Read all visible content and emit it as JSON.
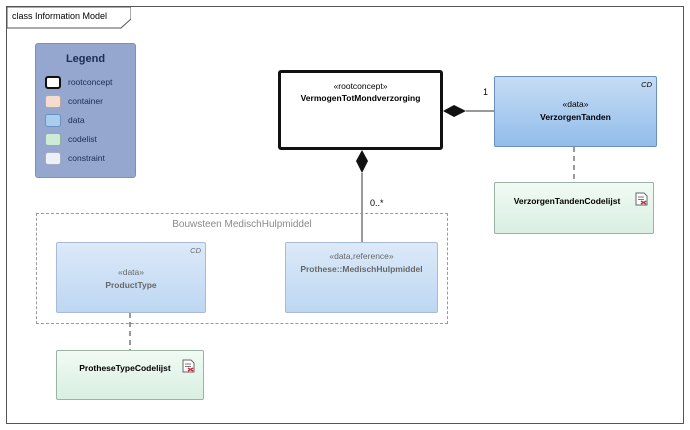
{
  "frame": {
    "title": "class Information Model"
  },
  "legend": {
    "title": "Legend",
    "items": [
      {
        "label": "rootconcept",
        "color": "#ffffff",
        "border": "#111111"
      },
      {
        "label": "container",
        "color": "#f4dcd0",
        "border": "#b9a79f"
      },
      {
        "label": "data",
        "color": "#a9cdf0",
        "border": "#6d8fbf"
      },
      {
        "label": "codelist",
        "color": "#cdebd7",
        "border": "#8eb39a"
      },
      {
        "label": "constraint",
        "color": "#eef0f8",
        "border": "#a7aec8"
      }
    ]
  },
  "group": {
    "label": "Bouwsteen MedischHulpmiddel"
  },
  "nodes": {
    "root": {
      "stereotype": "«rootconcept»",
      "name": "VermogenTotMondverzorging"
    },
    "verzorgen": {
      "stereotype": "«data»",
      "name": "VerzorgenTanden",
      "tag": "CD"
    },
    "verzorgen_codelijst": {
      "name": "VerzorgenTandenCodelijst"
    },
    "producttype": {
      "stereotype": "«data»",
      "name": "ProductType",
      "tag": "CD"
    },
    "prothese": {
      "stereotype": "«data,reference»",
      "name": "Prothese::MedischHulpmiddel"
    },
    "prothese_codelijst": {
      "name": "ProtheseTypeCodelijst"
    }
  },
  "relations": {
    "root_verzorgen_multiplicity": "1",
    "root_prothese_multiplicity": "0..*"
  }
}
